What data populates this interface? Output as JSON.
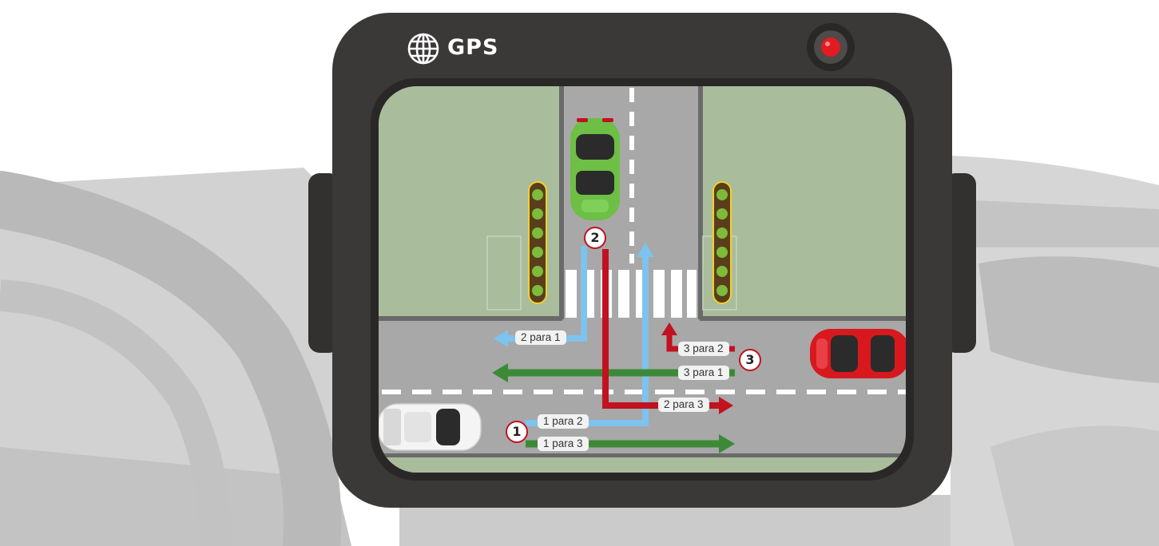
{
  "device": {
    "brand_label": "GPS",
    "icons": [
      "globe-icon",
      "camera-icon"
    ],
    "colors": {
      "frame": "#3b3838",
      "grass": "#a9bc9c",
      "road": "#a8a8a8",
      "camera_lens": "#e11b22"
    }
  },
  "map": {
    "vehicles": [
      {
        "name": "green-car",
        "color": "#6dbf45"
      },
      {
        "name": "white-car",
        "color": "#f4f4f4"
      },
      {
        "name": "red-car",
        "color": "#d7191f"
      }
    ],
    "entry_points": [
      {
        "number": "1"
      },
      {
        "number": "2"
      },
      {
        "number": "3"
      }
    ],
    "routes": [
      {
        "label": "2 para 1",
        "color": "#7dc3ee"
      },
      {
        "label": "3 para 2",
        "color": "#c1121f"
      },
      {
        "label": "3 para 1",
        "color": "#3c8a37"
      },
      {
        "label": "2 para 3",
        "color": "#c1121f"
      },
      {
        "label": "1 para 2",
        "color": "#7dc3ee"
      },
      {
        "label": "1 para 3",
        "color": "#3c8a37"
      }
    ]
  }
}
